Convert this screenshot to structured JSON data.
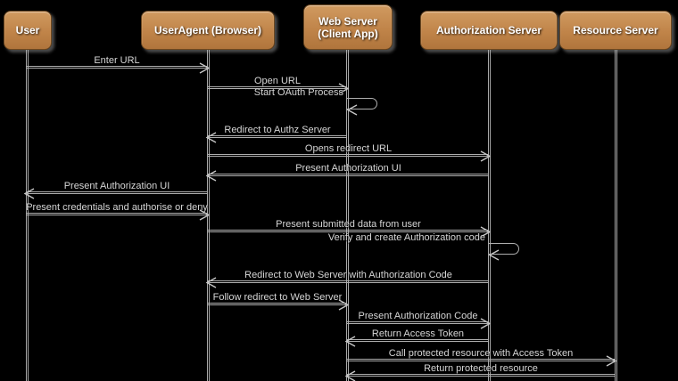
{
  "diagram": {
    "type": "sequence",
    "background": "#000000",
    "colors": {
      "participant_fill": "#c08449",
      "participant_border": "#6d4820",
      "participant_text": "#ffffff",
      "line": "#aeaeae",
      "message_text": "#d6d6d6"
    },
    "participants": [
      {
        "id": "user",
        "label": "User"
      },
      {
        "id": "useragent",
        "label": "UserAgent (Browser)"
      },
      {
        "id": "webserver",
        "label": "Web Server\n(Client App)"
      },
      {
        "id": "authserver",
        "label": "Authorization Server"
      },
      {
        "id": "resourceserver",
        "label": "Resource Server"
      }
    ],
    "messages": [
      {
        "from": "user",
        "to": "useragent",
        "kind": "arrow",
        "label": "Enter URL"
      },
      {
        "from": "useragent",
        "to": "webserver",
        "kind": "arrow",
        "label": "Open URL"
      },
      {
        "from": "webserver",
        "to": "webserver",
        "kind": "self",
        "label": "Start OAuth Process"
      },
      {
        "from": "webserver",
        "to": "useragent",
        "kind": "arrow",
        "label": "Redirect to Authz Server"
      },
      {
        "from": "useragent",
        "to": "authserver",
        "kind": "arrow",
        "label": "Opens redirect URL"
      },
      {
        "from": "authserver",
        "to": "useragent",
        "kind": "arrow",
        "label": "Present Authorization UI"
      },
      {
        "from": "useragent",
        "to": "user",
        "kind": "arrow",
        "label": "Present Authorization UI"
      },
      {
        "from": "user",
        "to": "useragent",
        "kind": "arrow",
        "label": "Present credentials and authorise or deny"
      },
      {
        "from": "useragent",
        "to": "authserver",
        "kind": "arrow",
        "label": "Present submitted data from user"
      },
      {
        "from": "authserver",
        "to": "authserver",
        "kind": "self",
        "label": "Verify and create Authorization code"
      },
      {
        "from": "authserver",
        "to": "useragent",
        "kind": "arrow",
        "label": "Redirect to Web Server with Authorization Code"
      },
      {
        "from": "useragent",
        "to": "webserver",
        "kind": "arrow",
        "label": "Follow redirect to Web Server"
      },
      {
        "from": "webserver",
        "to": "authserver",
        "kind": "arrow",
        "label": "Present Authorization Code"
      },
      {
        "from": "authserver",
        "to": "webserver",
        "kind": "arrow",
        "label": "Return Access Token"
      },
      {
        "from": "webserver",
        "to": "resourceserver",
        "kind": "arrow",
        "label": "Call protected resource with Access Token"
      },
      {
        "from": "resourceserver",
        "to": "webserver",
        "kind": "arrow",
        "label": "Return protected resource"
      }
    ]
  }
}
